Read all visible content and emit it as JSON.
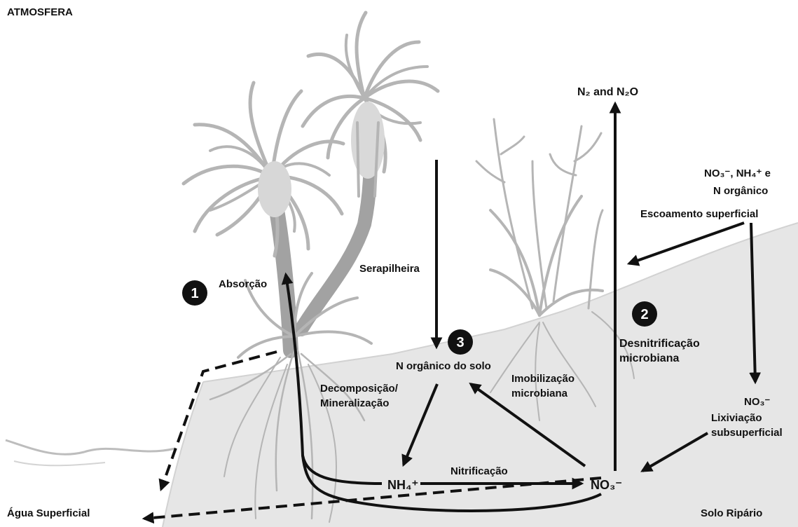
{
  "labels": {
    "atmosfera": "ATMOSFERA",
    "agua_superficial": "Água Superficial",
    "solo_ripario": "Solo Ripário",
    "n2_n2o": "N₂ and N₂O",
    "nox_top_line1": "NO₃⁻, NH₄⁺ e",
    "nox_top_line2": "N orgânico",
    "escoamento": "Escoamento superficial",
    "serapilheira": "Serapilheira",
    "absorcao": "Absorção",
    "desnit_line1": "Desnitrificação",
    "desnit_line2": "microbiana",
    "n_organico_solo": "N orgânico do solo",
    "imob_line1": "Imobilização",
    "imob_line2": "microbiana",
    "decomp_line1": "Decomposição/",
    "decomp_line2": "Mineralização",
    "nh4": "NH₄⁺",
    "nitrificacao": "Nitrificação",
    "no3": "NO₃⁻",
    "no3_right": "NO₃⁻",
    "lixiv_line1": "Lixiviação",
    "lixiv_line2": "subsuperficial"
  },
  "markers": [
    {
      "id": "1",
      "label": "1"
    },
    {
      "id": "2",
      "label": "2"
    },
    {
      "id": "3",
      "label": "3"
    }
  ],
  "colors": {
    "soil": "#e6e6e6",
    "water": "#bdbdbd",
    "plant": "#b5b5b5",
    "arrow": "#111111",
    "marker": "#111111"
  }
}
